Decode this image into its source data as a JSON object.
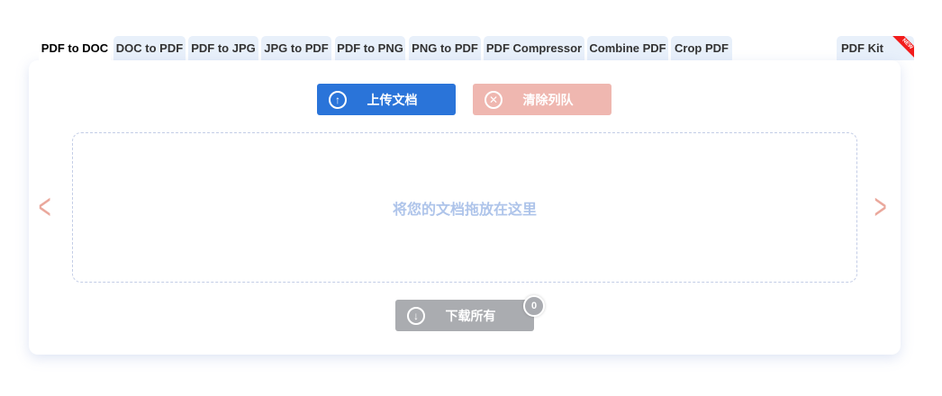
{
  "tabs": [
    {
      "label": "PDF to DOC",
      "active": true
    },
    {
      "label": "DOC to PDF"
    },
    {
      "label": "PDF to JPG"
    },
    {
      "label": "JPG to PDF"
    },
    {
      "label": "PDF to PNG"
    },
    {
      "label": "PNG to PDF"
    },
    {
      "label": "PDF Compressor"
    },
    {
      "label": "Combine PDF"
    },
    {
      "label": "Crop PDF"
    },
    {
      "label": "PDF Kit",
      "badge": "NEW"
    }
  ],
  "toolbar": {
    "upload_label": "上传文档",
    "clear_label": "清除列队"
  },
  "dropzone": {
    "text": "将您的文档拖放在这里"
  },
  "download": {
    "label": "下载所有",
    "count": "0"
  },
  "colors": {
    "primary": "#2a74d9",
    "clear": "#efb7b0",
    "download": "#aaacb0",
    "arrow": "#eaa89c"
  }
}
